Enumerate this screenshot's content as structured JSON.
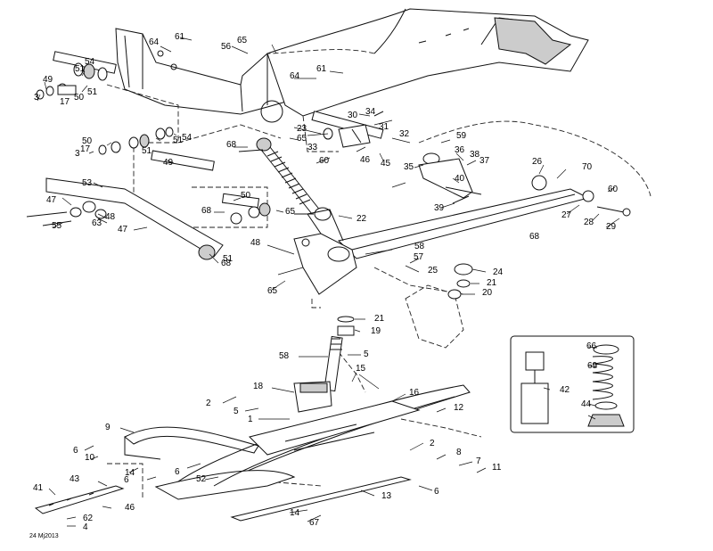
{
  "diagram": {
    "code": "24 Mj2013",
    "labels": [
      "61",
      "64",
      "56",
      "65",
      "54",
      "51",
      "49",
      "3",
      "17",
      "50",
      "51",
      "64",
      "61",
      "30",
      "34",
      "23",
      "33",
      "31",
      "32",
      "59",
      "68",
      "65",
      "60",
      "46",
      "45",
      "36",
      "38",
      "37",
      "35",
      "40",
      "39",
      "26",
      "70",
      "60",
      "27",
      "28",
      "29",
      "50",
      "17",
      "3",
      "51",
      "54",
      "51",
      "49",
      "53",
      "47",
      "48",
      "63",
      "55",
      "47",
      "51",
      "50",
      "68",
      "65",
      "22",
      "68",
      "48",
      "68",
      "65",
      "58",
      "57",
      "25",
      "24",
      "21",
      "20",
      "21",
      "19",
      "58",
      "5",
      "15",
      "18",
      "2",
      "5",
      "1",
      "16",
      "12",
      "9",
      "6",
      "10",
      "2",
      "8",
      "7",
      "11",
      "6",
      "14",
      "6",
      "52",
      "43",
      "41",
      "46",
      "62",
      "4",
      "13",
      "6",
      "14",
      "67",
      "66",
      "69",
      "42",
      "44"
    ]
  }
}
